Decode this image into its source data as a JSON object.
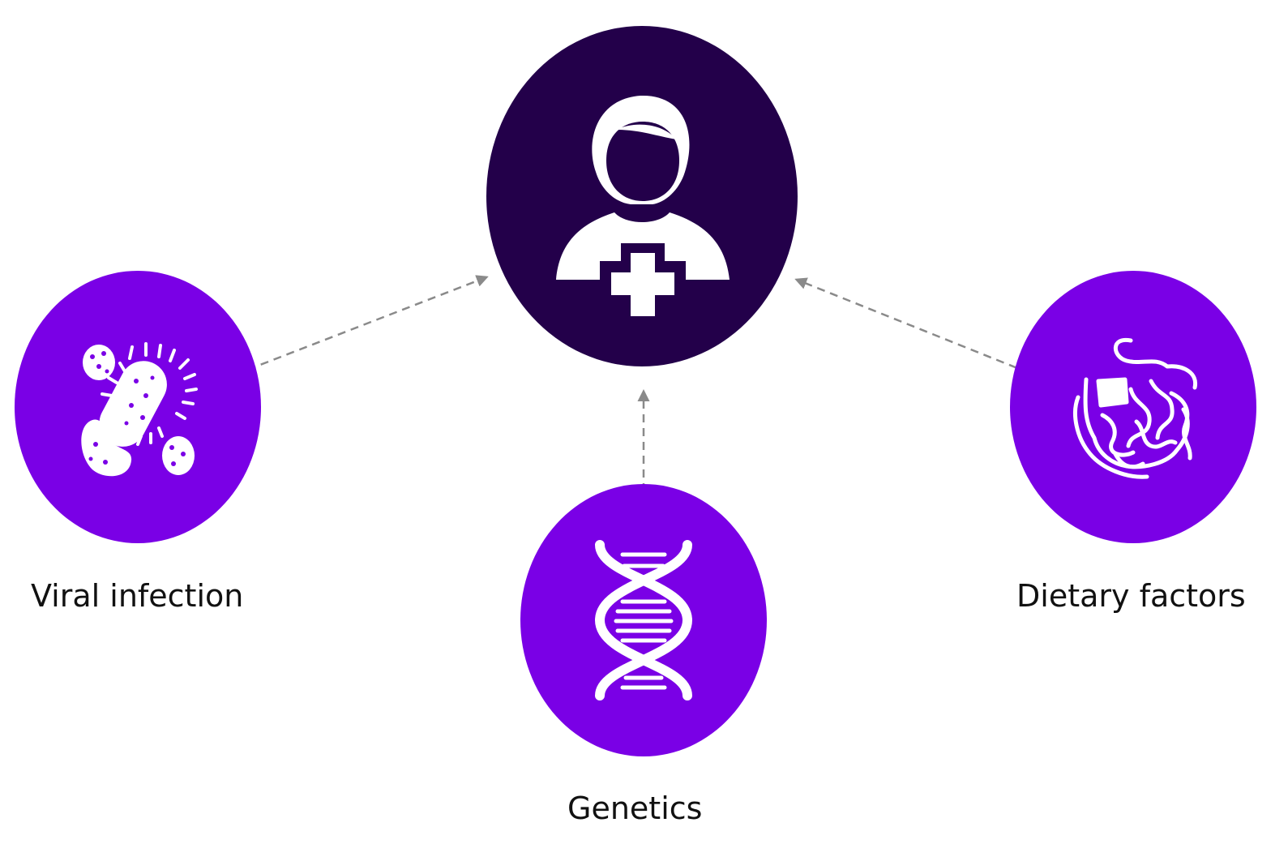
{
  "colors": {
    "center_node": "#23004a",
    "factor_node": "#7a00e6",
    "icon": "#ffffff",
    "arrow": "#8a8a8a",
    "label_text": "#111111",
    "background": "#ffffff"
  },
  "center": {
    "icon": "female-patient-with-medical-cross-icon"
  },
  "factors": [
    {
      "label": "Viral infection",
      "icon": "bacteria-virus-icon"
    },
    {
      "label": "Genetics",
      "icon": "dna-helix-icon"
    },
    {
      "label": "Dietary factors",
      "icon": "intestines-icon"
    }
  ],
  "edges": [
    {
      "from": "Viral infection",
      "to": "center",
      "style": "dashed"
    },
    {
      "from": "Genetics",
      "to": "center",
      "style": "dashed"
    },
    {
      "from": "Dietary factors",
      "to": "center",
      "style": "dashed"
    }
  ]
}
